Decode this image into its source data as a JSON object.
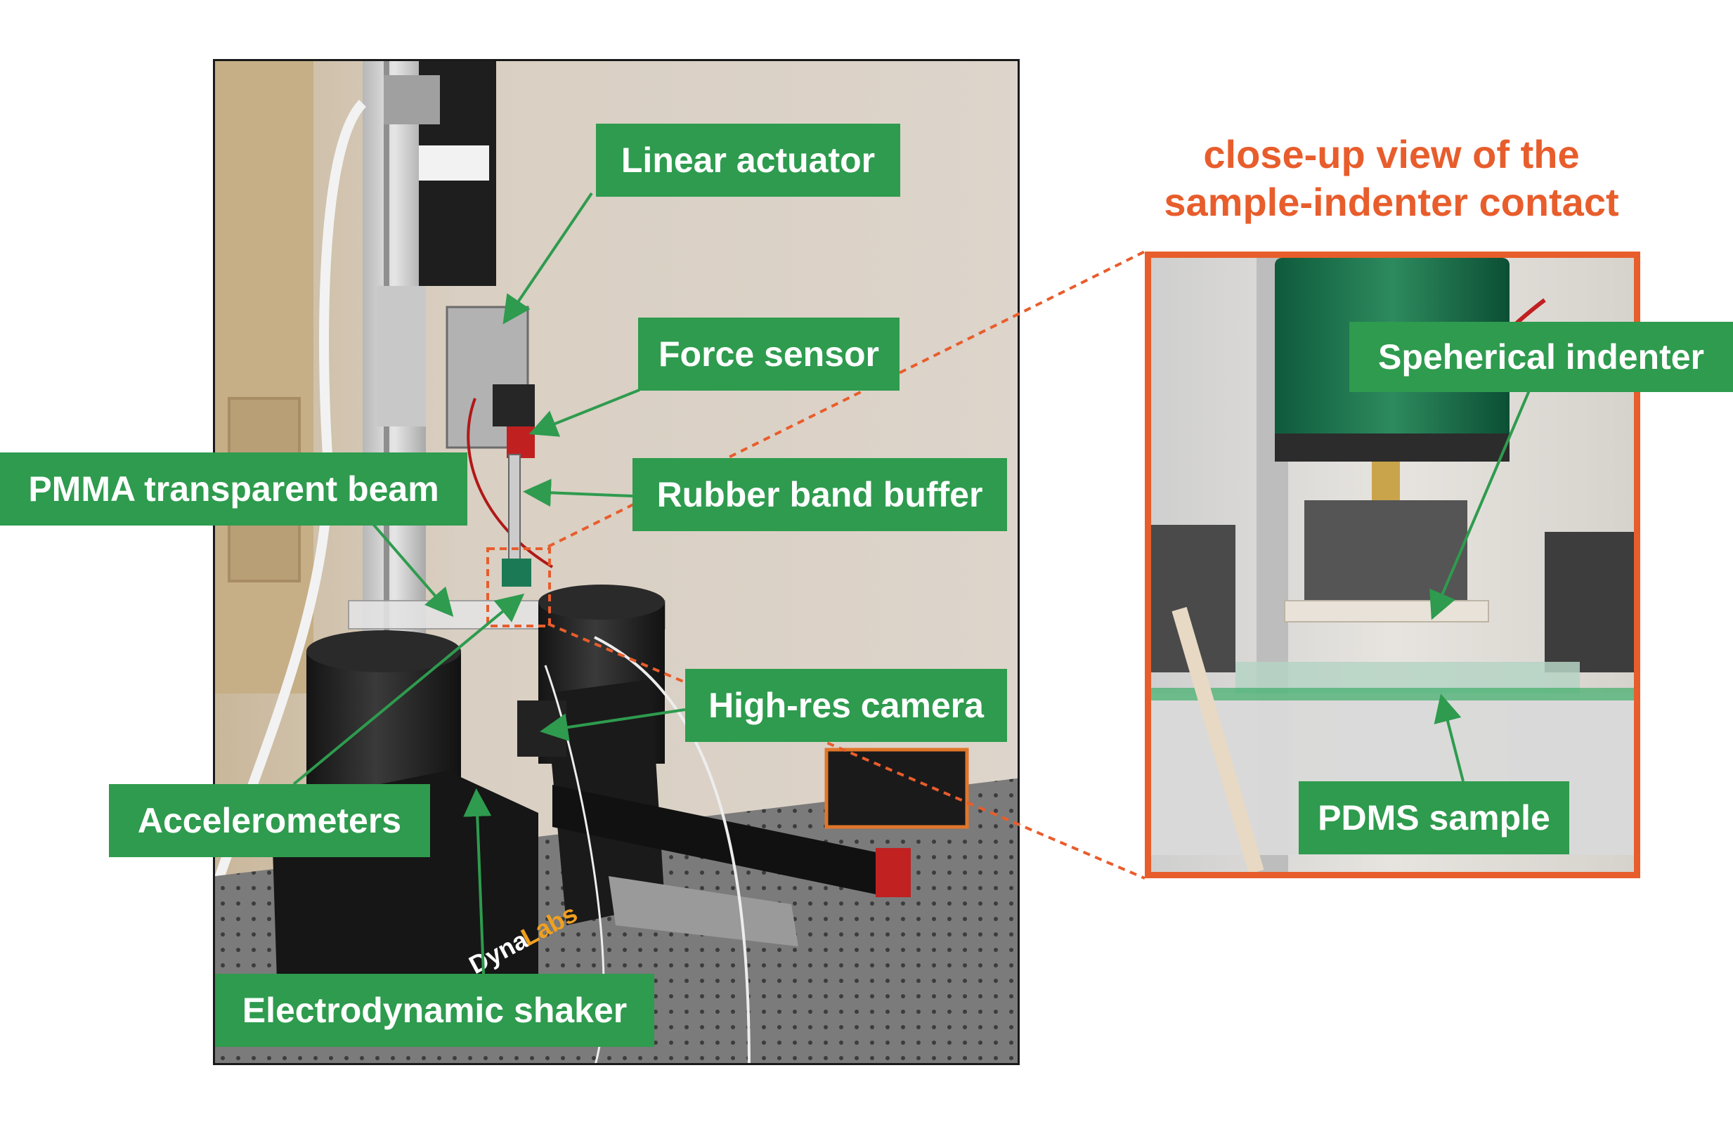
{
  "closeup_title": {
    "line1": "close-up view of the",
    "line2": "sample-indenter contact"
  },
  "labels": {
    "linear_actuator": "Linear actuator",
    "force_sensor": "Force sensor",
    "pmma_beam": "PMMA transparent beam",
    "rubber_band": "Rubber band buffer",
    "camera": "High-res camera",
    "accelerometers": "Accelerometers",
    "shaker": "Electrodynamic shaker",
    "indenter": "Speherical indenter",
    "pdms": "PDMS sample"
  },
  "brand": {
    "shaker_logo_part1": "Dyna",
    "shaker_logo_part2": "Labs"
  },
  "colors": {
    "label_green": "#2e9b4e",
    "title_orange": "#e85d2c"
  }
}
